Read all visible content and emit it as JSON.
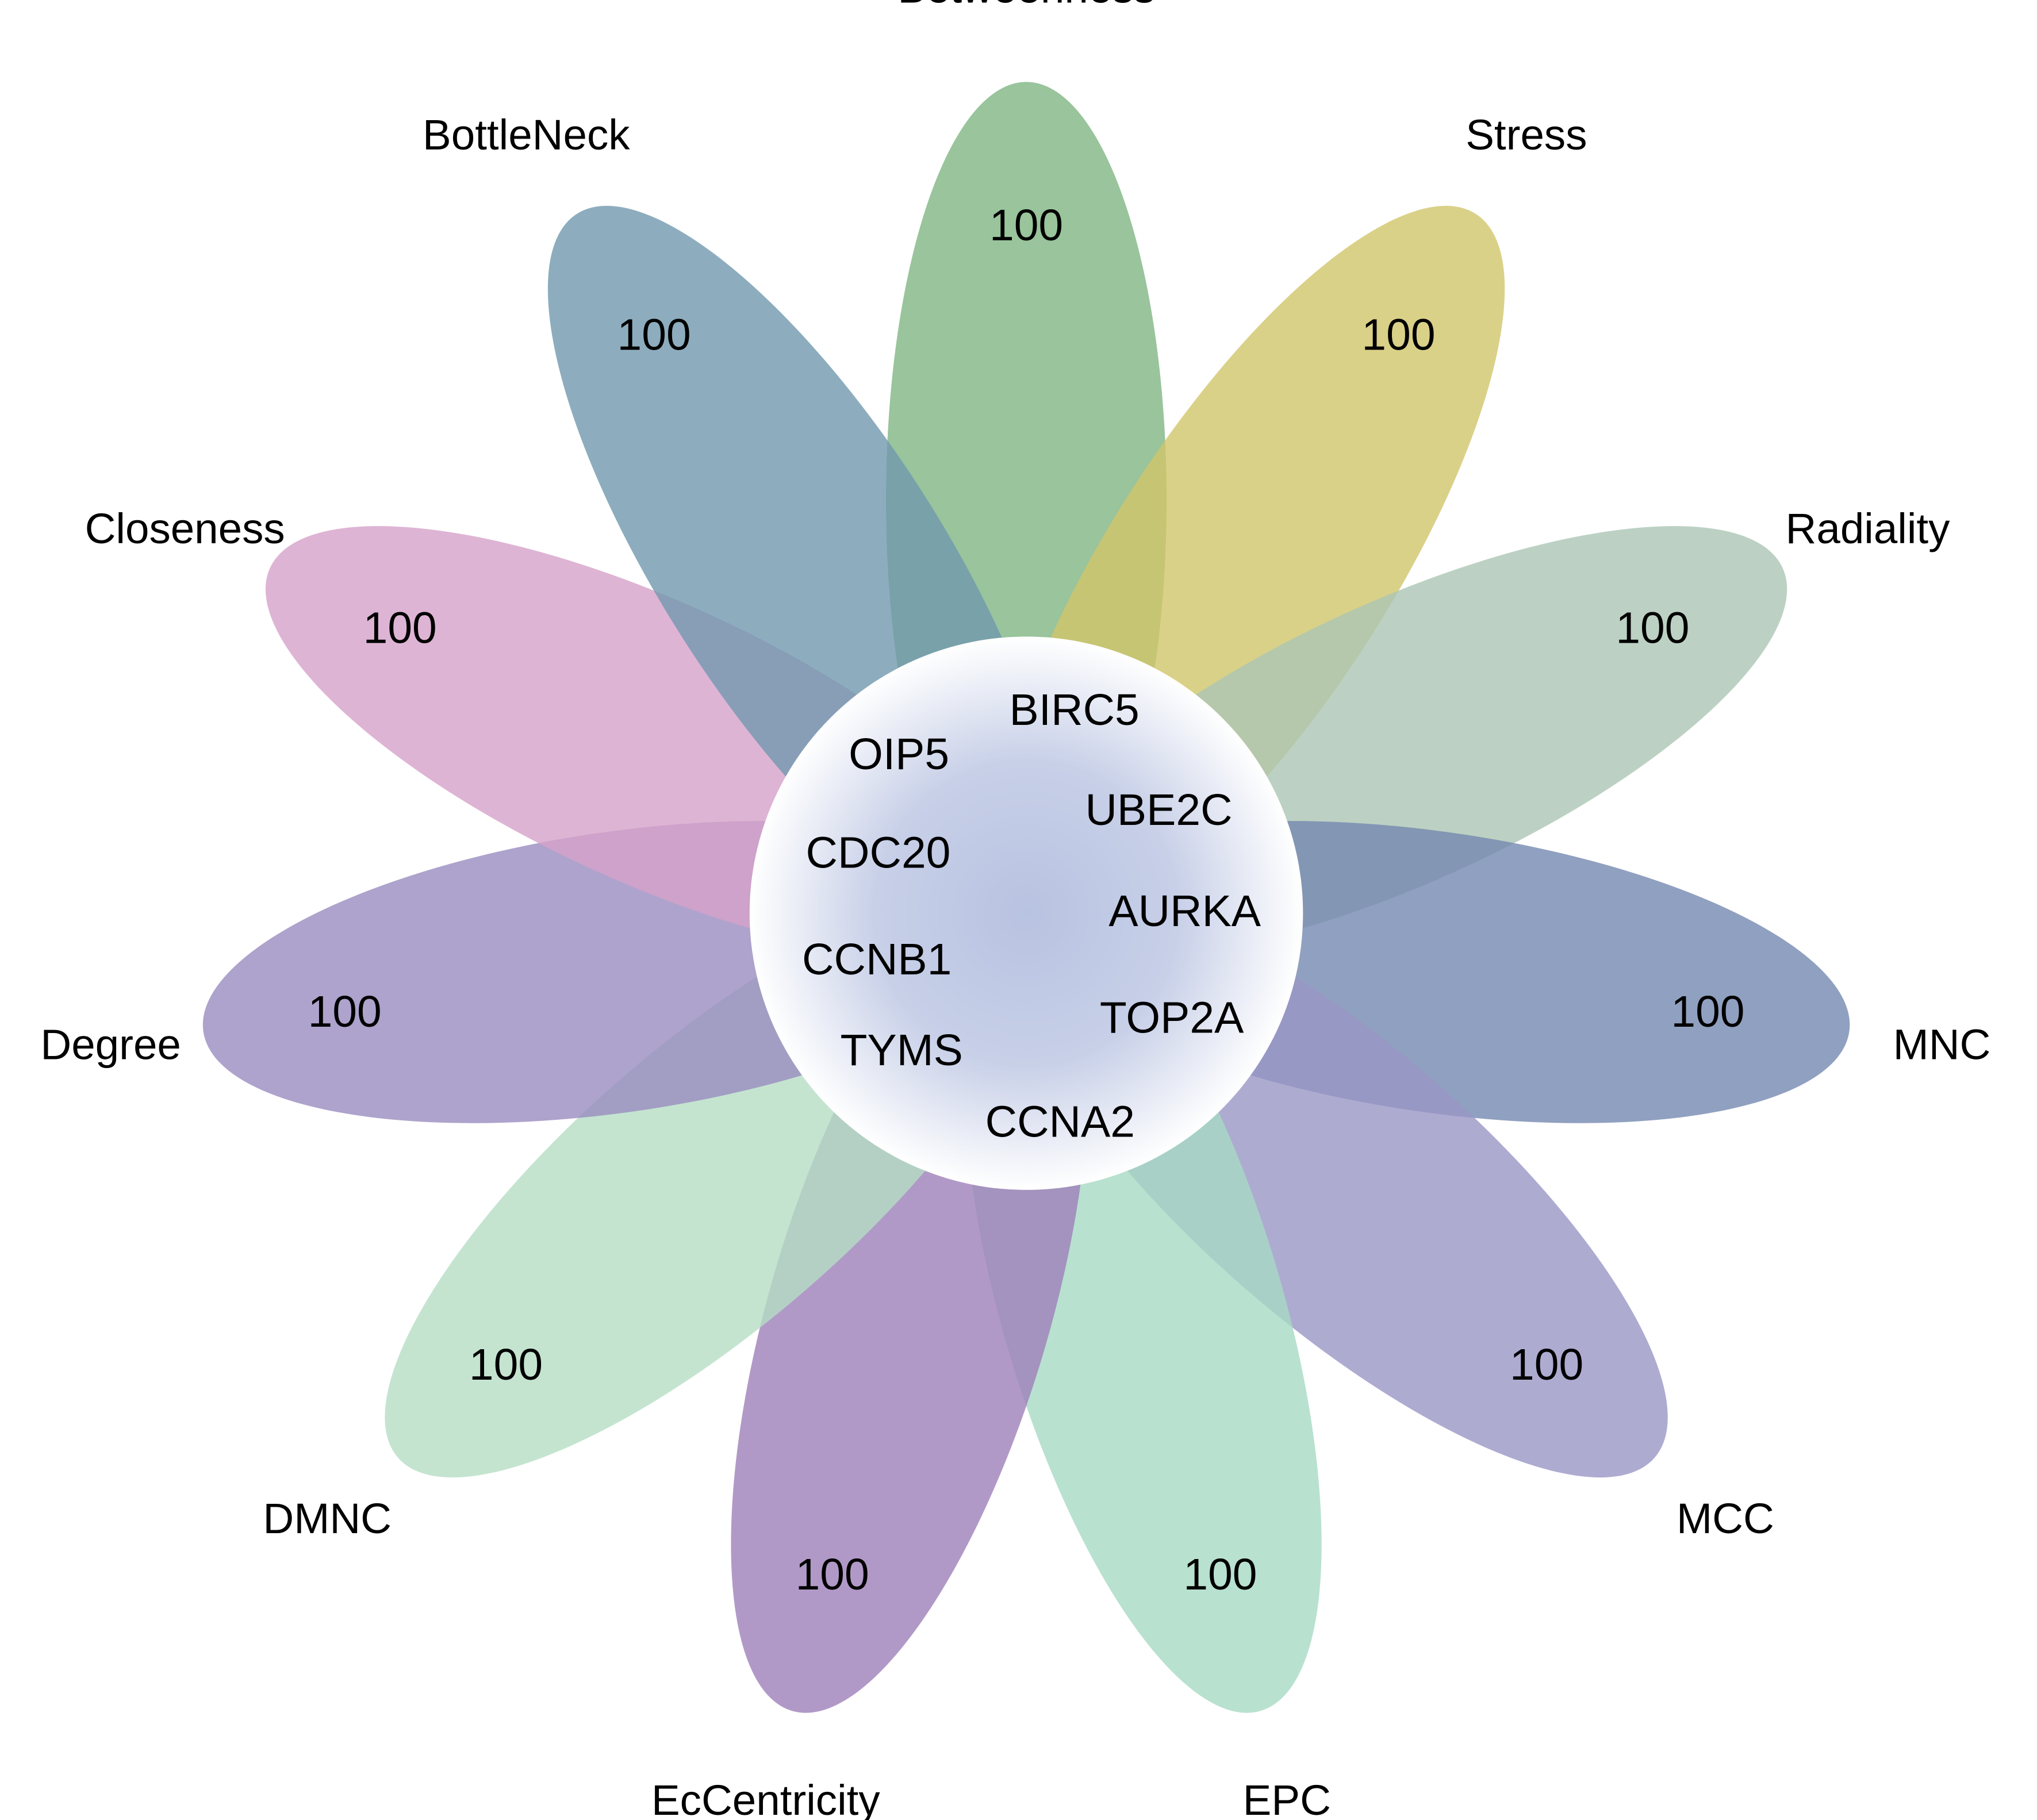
{
  "diagram": {
    "type": "flower-venn",
    "petals": [
      {
        "name": "Betweenness",
        "count": "100",
        "color": "#7fb583"
      },
      {
        "name": "Stress",
        "count": "100",
        "color": "#d1c66a"
      },
      {
        "name": "Radiality",
        "count": "100",
        "color": "#abc6b4"
      },
      {
        "name": "MNC",
        "count": "100",
        "color": "#7488b0"
      },
      {
        "name": "MCC",
        "count": "100",
        "color": "#9a96c6"
      },
      {
        "name": "EPC",
        "count": "100",
        "color": "#a6dac4"
      },
      {
        "name": "EcCentricity",
        "count": "100",
        "color": "#9d80b9"
      },
      {
        "name": "DMNC",
        "count": "100",
        "color": "#b5ddc4"
      },
      {
        "name": "Degree",
        "count": "100",
        "color": "#9a8cbf"
      },
      {
        "name": "Closeness",
        "count": "100",
        "color": "#d6a1c9"
      },
      {
        "name": "BottleNeck",
        "count": "100",
        "color": "#7099ae"
      }
    ],
    "center_genes": [
      "BIRC5",
      "OIP5",
      "UBE2C",
      "CDC20",
      "AURKA",
      "CCNB1",
      "TOP2A",
      "TYMS",
      "CCNA2"
    ],
    "center_gradient": {
      "inner": "#b8c3e1",
      "outer": "#ffffff"
    }
  }
}
